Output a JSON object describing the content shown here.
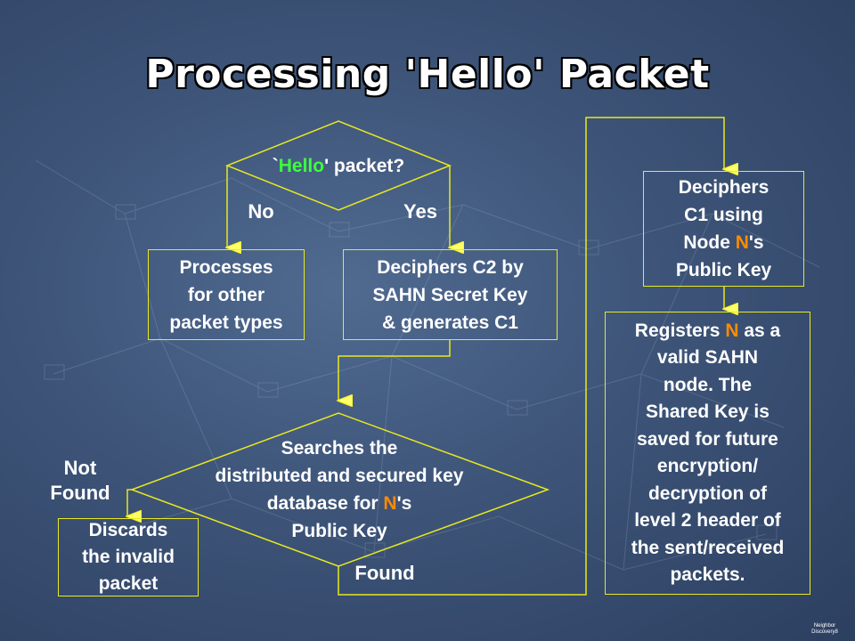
{
  "title": "Processing 'Hello' Packet",
  "decision_hello": {
    "q_open": "`",
    "q_hello": "Hello",
    "q_close": "' packet?"
  },
  "edge_no": "No",
  "edge_yes": "Yes",
  "box_processes": {
    "line1": "Processes",
    "line2": "for other",
    "line3": "packet types"
  },
  "box_decipher_c2": {
    "line1": "Deciphers C2 by",
    "line2": "SAHN Secret Key",
    "line3": "& generates C1"
  },
  "decision_search": {
    "line1": "Searches the",
    "line2": "distributed and secured key",
    "line3_pre": "database for ",
    "line3_n": "N",
    "line3_post": "'s",
    "line4": "Public Key"
  },
  "edge_not_found_1": "Not",
  "edge_not_found_2": "Found",
  "box_discard": {
    "line1": "Discards",
    "line2": "the invalid",
    "line3": "packet"
  },
  "edge_found": "Found",
  "box_decipher_c1": {
    "line1": "Deciphers",
    "line2": "C1 using",
    "line3_pre": "Node ",
    "line3_n": "N",
    "line3_post": "'s",
    "line4": "Public Key"
  },
  "box_registers": {
    "line1_pre": "Registers ",
    "line1_n": "N",
    "line1_post": " as a",
    "line2": "valid SAHN",
    "line3": "node. The",
    "line4": "Shared Key is",
    "line5": "saved for future",
    "line6": "encryption/",
    "line7": "decryption of",
    "line8": "level 2 header of",
    "line9": "the sent/received",
    "line10": "packets."
  },
  "footer": {
    "line1": "Neighbor",
    "line2": "Discovery8"
  },
  "colors": {
    "line": "#e8e820",
    "highlight_hello": "#3cff3c",
    "highlight_n": "#ff8a00"
  }
}
